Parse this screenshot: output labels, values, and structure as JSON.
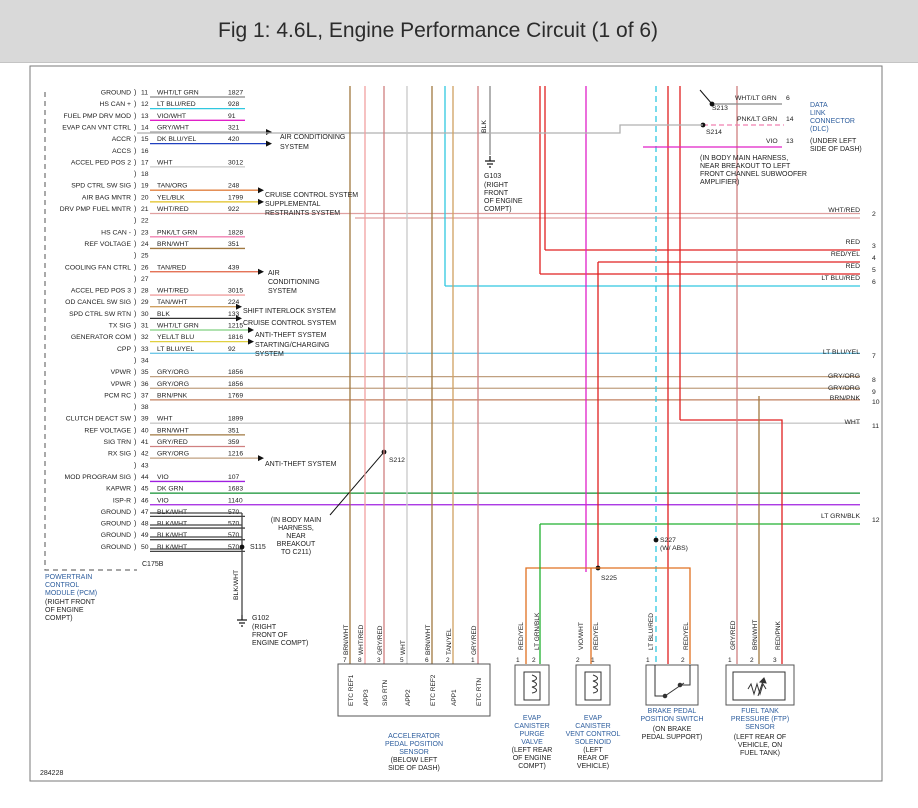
{
  "header": {
    "title": "Fig 1: 4.6L, Engine Performance Circuit (1 of 6)"
  },
  "colors": {
    "blue_text": "#2e5e9e",
    "wire_red": "#e02020",
    "wire_magenta": "#e020c8",
    "wire_green": "#20b030",
    "wire_cyan": "#30c8e0",
    "wire_orange": "#e07020"
  },
  "pcm": {
    "label": "POWERTRAIN CONTROL MODULE (PCM)",
    "location": "(RIGHT FRONT OF ENGINE COMPT)",
    "connector": "C175B",
    "pins": [
      {
        "name": "GROUND",
        "pin": "11",
        "wire": "WHT/LT GRN",
        "circuit": "1827"
      },
      {
        "name": "HS CAN +",
        "pin": "12",
        "wire": "LT BLU/RED",
        "circuit": "928"
      },
      {
        "name": "FUEL PMP DRV MOD",
        "pin": "13",
        "wire": "VIO/WHT",
        "circuit": "91"
      },
      {
        "name": "EVAP CAN VNT CTRL",
        "pin": "14",
        "wire": "GRY/WHT",
        "circuit": "321"
      },
      {
        "name": "ACCR",
        "pin": "15",
        "wire": "DK BLU/YEL",
        "circuit": "420"
      },
      {
        "name": "ACCS",
        "pin": "16",
        "wire": "",
        "circuit": ""
      },
      {
        "name": "ACCEL PED POS 2",
        "pin": "17",
        "wire": "WHT",
        "circuit": "3012"
      },
      {
        "name": "",
        "pin": "18",
        "wire": "",
        "circuit": ""
      },
      {
        "name": "SPD CTRL SW SIG",
        "pin": "19",
        "wire": "TAN/ORG",
        "circuit": "248"
      },
      {
        "name": "AIR BAG MNTR",
        "pin": "20",
        "wire": "YEL/BLK",
        "circuit": "1799"
      },
      {
        "name": "DRV PMP FUEL MNTR",
        "pin": "21",
        "wire": "WHT/RED",
        "circuit": "922"
      },
      {
        "name": "",
        "pin": "22",
        "wire": "",
        "circuit": ""
      },
      {
        "name": "HS CAN -",
        "pin": "23",
        "wire": "PNK/LT GRN",
        "circuit": "1828"
      },
      {
        "name": "REF VOLTAGE",
        "pin": "24",
        "wire": "BRN/WHT",
        "circuit": "351"
      },
      {
        "name": "",
        "pin": "25",
        "wire": "",
        "circuit": ""
      },
      {
        "name": "COOLING FAN CTRL",
        "pin": "26",
        "wire": "TAN/RED",
        "circuit": "439"
      },
      {
        "name": "",
        "pin": "27",
        "wire": "",
        "circuit": ""
      },
      {
        "name": "ACCEL PED POS 3",
        "pin": "28",
        "wire": "WHT/RED",
        "circuit": "3015"
      },
      {
        "name": "OD CANCEL SW SIG",
        "pin": "29",
        "wire": "TAN/WHT",
        "circuit": "224"
      },
      {
        "name": "SPD CTRL SW RTN",
        "pin": "30",
        "wire": "BLK",
        "circuit": "133"
      },
      {
        "name": "TX SIG",
        "pin": "31",
        "wire": "WHT/LT GRN",
        "circuit": "1215"
      },
      {
        "name": "GENERATOR COM",
        "pin": "32",
        "wire": "YEL/LT BLU",
        "circuit": "1816"
      },
      {
        "name": "CPP",
        "pin": "33",
        "wire": "LT BLU/YEL",
        "circuit": "92"
      },
      {
        "name": "",
        "pin": "34",
        "wire": "",
        "circuit": ""
      },
      {
        "name": "VPWR",
        "pin": "35",
        "wire": "GRY/ORG",
        "circuit": "1856"
      },
      {
        "name": "VPWR",
        "pin": "36",
        "wire": "GRY/ORG",
        "circuit": "1856"
      },
      {
        "name": "PCM RC",
        "pin": "37",
        "wire": "BRN/PNK",
        "circuit": "1769"
      },
      {
        "name": "",
        "pin": "38",
        "wire": "",
        "circuit": ""
      },
      {
        "name": "CLUTCH DEACT SW",
        "pin": "39",
        "wire": "WHT",
        "circuit": "1899"
      },
      {
        "name": "REF VOLTAGE",
        "pin": "40",
        "wire": "BRN/WHT",
        "circuit": "351"
      },
      {
        "name": "SIG TRN",
        "pin": "41",
        "wire": "GRY/RED",
        "circuit": "359"
      },
      {
        "name": "RX SIG",
        "pin": "42",
        "wire": "GRY/ORG",
        "circuit": "1216"
      },
      {
        "name": "",
        "pin": "43",
        "wire": "",
        "circuit": ""
      },
      {
        "name": "MOD PROGRAM SIG",
        "pin": "44",
        "wire": "VIO",
        "circuit": "107"
      },
      {
        "name": "KAPWR",
        "pin": "45",
        "wire": "DK GRN",
        "circuit": "1683"
      },
      {
        "name": "ISP-R",
        "pin": "46",
        "wire": "VIO",
        "circuit": "1140"
      },
      {
        "name": "GROUND",
        "pin": "47",
        "wire": "BLK/WHT",
        "circuit": "570"
      },
      {
        "name": "GROUND",
        "pin": "48",
        "wire": "BLK/WHT",
        "circuit": "570"
      },
      {
        "name": "GROUND",
        "pin": "49",
        "wire": "BLK/WHT",
        "circuit": "570"
      },
      {
        "name": "GROUND",
        "pin": "50",
        "wire": "BLK/WHT",
        "circuit": "570"
      }
    ]
  },
  "system_refs": {
    "ac": [
      "AIR CONDITIONING",
      "SYSTEM"
    ],
    "cruise": "CRUISE CONTROL SYSTEM",
    "srs": [
      "SUPPLEMENTAL",
      "RESTRAINTS SYSTEM"
    ],
    "fan": [
      "AIR",
      "CONDITIONING",
      "SYSTEM"
    ],
    "shift": "SHIFT INTERLOCK SYSTEM",
    "cruise2": "CRUISE CONTROL SYSTEM",
    "antitheft": "ANTI-THEFT SYSTEM",
    "charging": [
      "STARTING/CHARGING",
      "SYSTEM"
    ],
    "antitheft2": "ANTI-THEFT SYSTEM"
  },
  "ground_g103": {
    "id": "G103",
    "wire": "BLK",
    "desc": [
      "(RIGHT",
      "FRONT",
      "OF ENGINE",
      "COMPT)"
    ]
  },
  "ground_g102": {
    "id": "G102",
    "wire": "BLK/WHT",
    "desc": [
      "(RIGHT",
      "FRONT OF",
      "ENGINE COMPT)"
    ]
  },
  "splices": {
    "s115": "S115",
    "s212": "S212",
    "s213": "S213",
    "s214": "S214",
    "s225": "S225",
    "s227": "S227",
    "s227_note": "(W/ ABS)",
    "s212_note": [
      "(IN BODY MAIN",
      "HARNESS,",
      "NEAR",
      "BREAKOUT",
      "TO C211)"
    ]
  },
  "dlc": {
    "label": [
      "DATA",
      "LINK",
      "CONNECTOR",
      "(DLC)"
    ],
    "location": [
      "(UNDER LEFT",
      "SIDE OF DASH)"
    ],
    "wires": [
      {
        "wire": "WHT/LT GRN",
        "pin": "6"
      },
      {
        "wire": "PNK/LT GRN",
        "pin": "14"
      },
      {
        "wire": "VIO",
        "pin": "13"
      }
    ],
    "note": [
      "(IN BODY MAIN HARNESS,",
      "NEAR BREAKOUT TO LEFT",
      "FRONT CHANNEL SUBWOOFER",
      "AMPLIFIER)"
    ]
  },
  "right_refs": [
    {
      "wire": "WHT/RED",
      "num": "2"
    },
    {
      "wire": "RED",
      "num": "3"
    },
    {
      "wire": "RED/YEL",
      "num": "4"
    },
    {
      "wire": "RED",
      "num": "5"
    },
    {
      "wire": "LT BLU/RED",
      "num": "6"
    },
    {
      "wire": "LT BLU/YEL",
      "num": "7"
    },
    {
      "wire": "GRY/ORG",
      "num": "8"
    },
    {
      "wire": "GRY/ORG",
      "num": "9"
    },
    {
      "wire": "BRN/PNK",
      "num": "10"
    },
    {
      "wire": "WHT",
      "num": "11"
    },
    {
      "wire": "LT GRN/BLK",
      "num": "12"
    }
  ],
  "app_sensor": {
    "pins": [
      {
        "wire": "BRN/WHT",
        "pin": "7",
        "label": "ETC REF1"
      },
      {
        "wire": "WHT/RED",
        "pin": "8",
        "label": "APP3"
      },
      {
        "wire": "GRY/RED",
        "pin": "3",
        "label": "SIG RTN"
      },
      {
        "wire": "WHT",
        "pin": "5",
        "label": "APP2"
      },
      {
        "wire": "BRN/WHT",
        "pin": "6",
        "label": "ETC REF2"
      },
      {
        "wire": "TAN/YEL",
        "pin": "2",
        "label": "APP1"
      },
      {
        "wire": "GRY/RED",
        "pin": "1",
        "label": "ETC RTN"
      }
    ],
    "label": [
      "ACCELERATOR",
      "PEDAL POSITION",
      "SENSOR"
    ],
    "location": [
      "(BELOW LEFT",
      "SIDE OF DASH)"
    ]
  },
  "purge_valve": {
    "pins": [
      {
        "wire": "RED/YEL",
        "pin": "1"
      },
      {
        "wire": "LT GRN/BLK",
        "pin": "2"
      }
    ],
    "label": [
      "EVAP",
      "CANISTER",
      "PURGE",
      "VALVE"
    ],
    "location": [
      "(LEFT REAR",
      "OF ENGINE",
      "COMPT)"
    ]
  },
  "vent_solenoid": {
    "pins": [
      {
        "wire": "VIO/WHT",
        "pin": "2"
      },
      {
        "wire": "RED/YEL",
        "pin": "1"
      }
    ],
    "label": [
      "EVAP",
      "CANISTER",
      "VENT CONTROL",
      "SOLENOID"
    ],
    "location": [
      "(LEFT",
      "REAR OF",
      "VEHICLE)"
    ]
  },
  "brake_switch": {
    "pins": [
      {
        "wire": "LT BLU/RED",
        "pin": "1"
      },
      {
        "wire": "RED/YEL",
        "pin": "2"
      }
    ],
    "label": [
      "BRAKE PEDAL",
      "POSITION SWITCH"
    ],
    "location": [
      "(ON BRAKE",
      "PEDAL SUPPORT)"
    ]
  },
  "ftp_sensor": {
    "pins": [
      {
        "wire": "GRY/RED",
        "pin": "1"
      },
      {
        "wire": "BRN/WHT",
        "pin": "2"
      },
      {
        "wire": "RED/PNK",
        "pin": "3"
      }
    ],
    "label": [
      "FUEL TANK",
      "PRESSURE (FTP)",
      "SENSOR"
    ],
    "location": [
      "(LEFT REAR OF",
      "VEHICLE, ON",
      "FUEL TANK)"
    ]
  },
  "figure_id": "284228"
}
